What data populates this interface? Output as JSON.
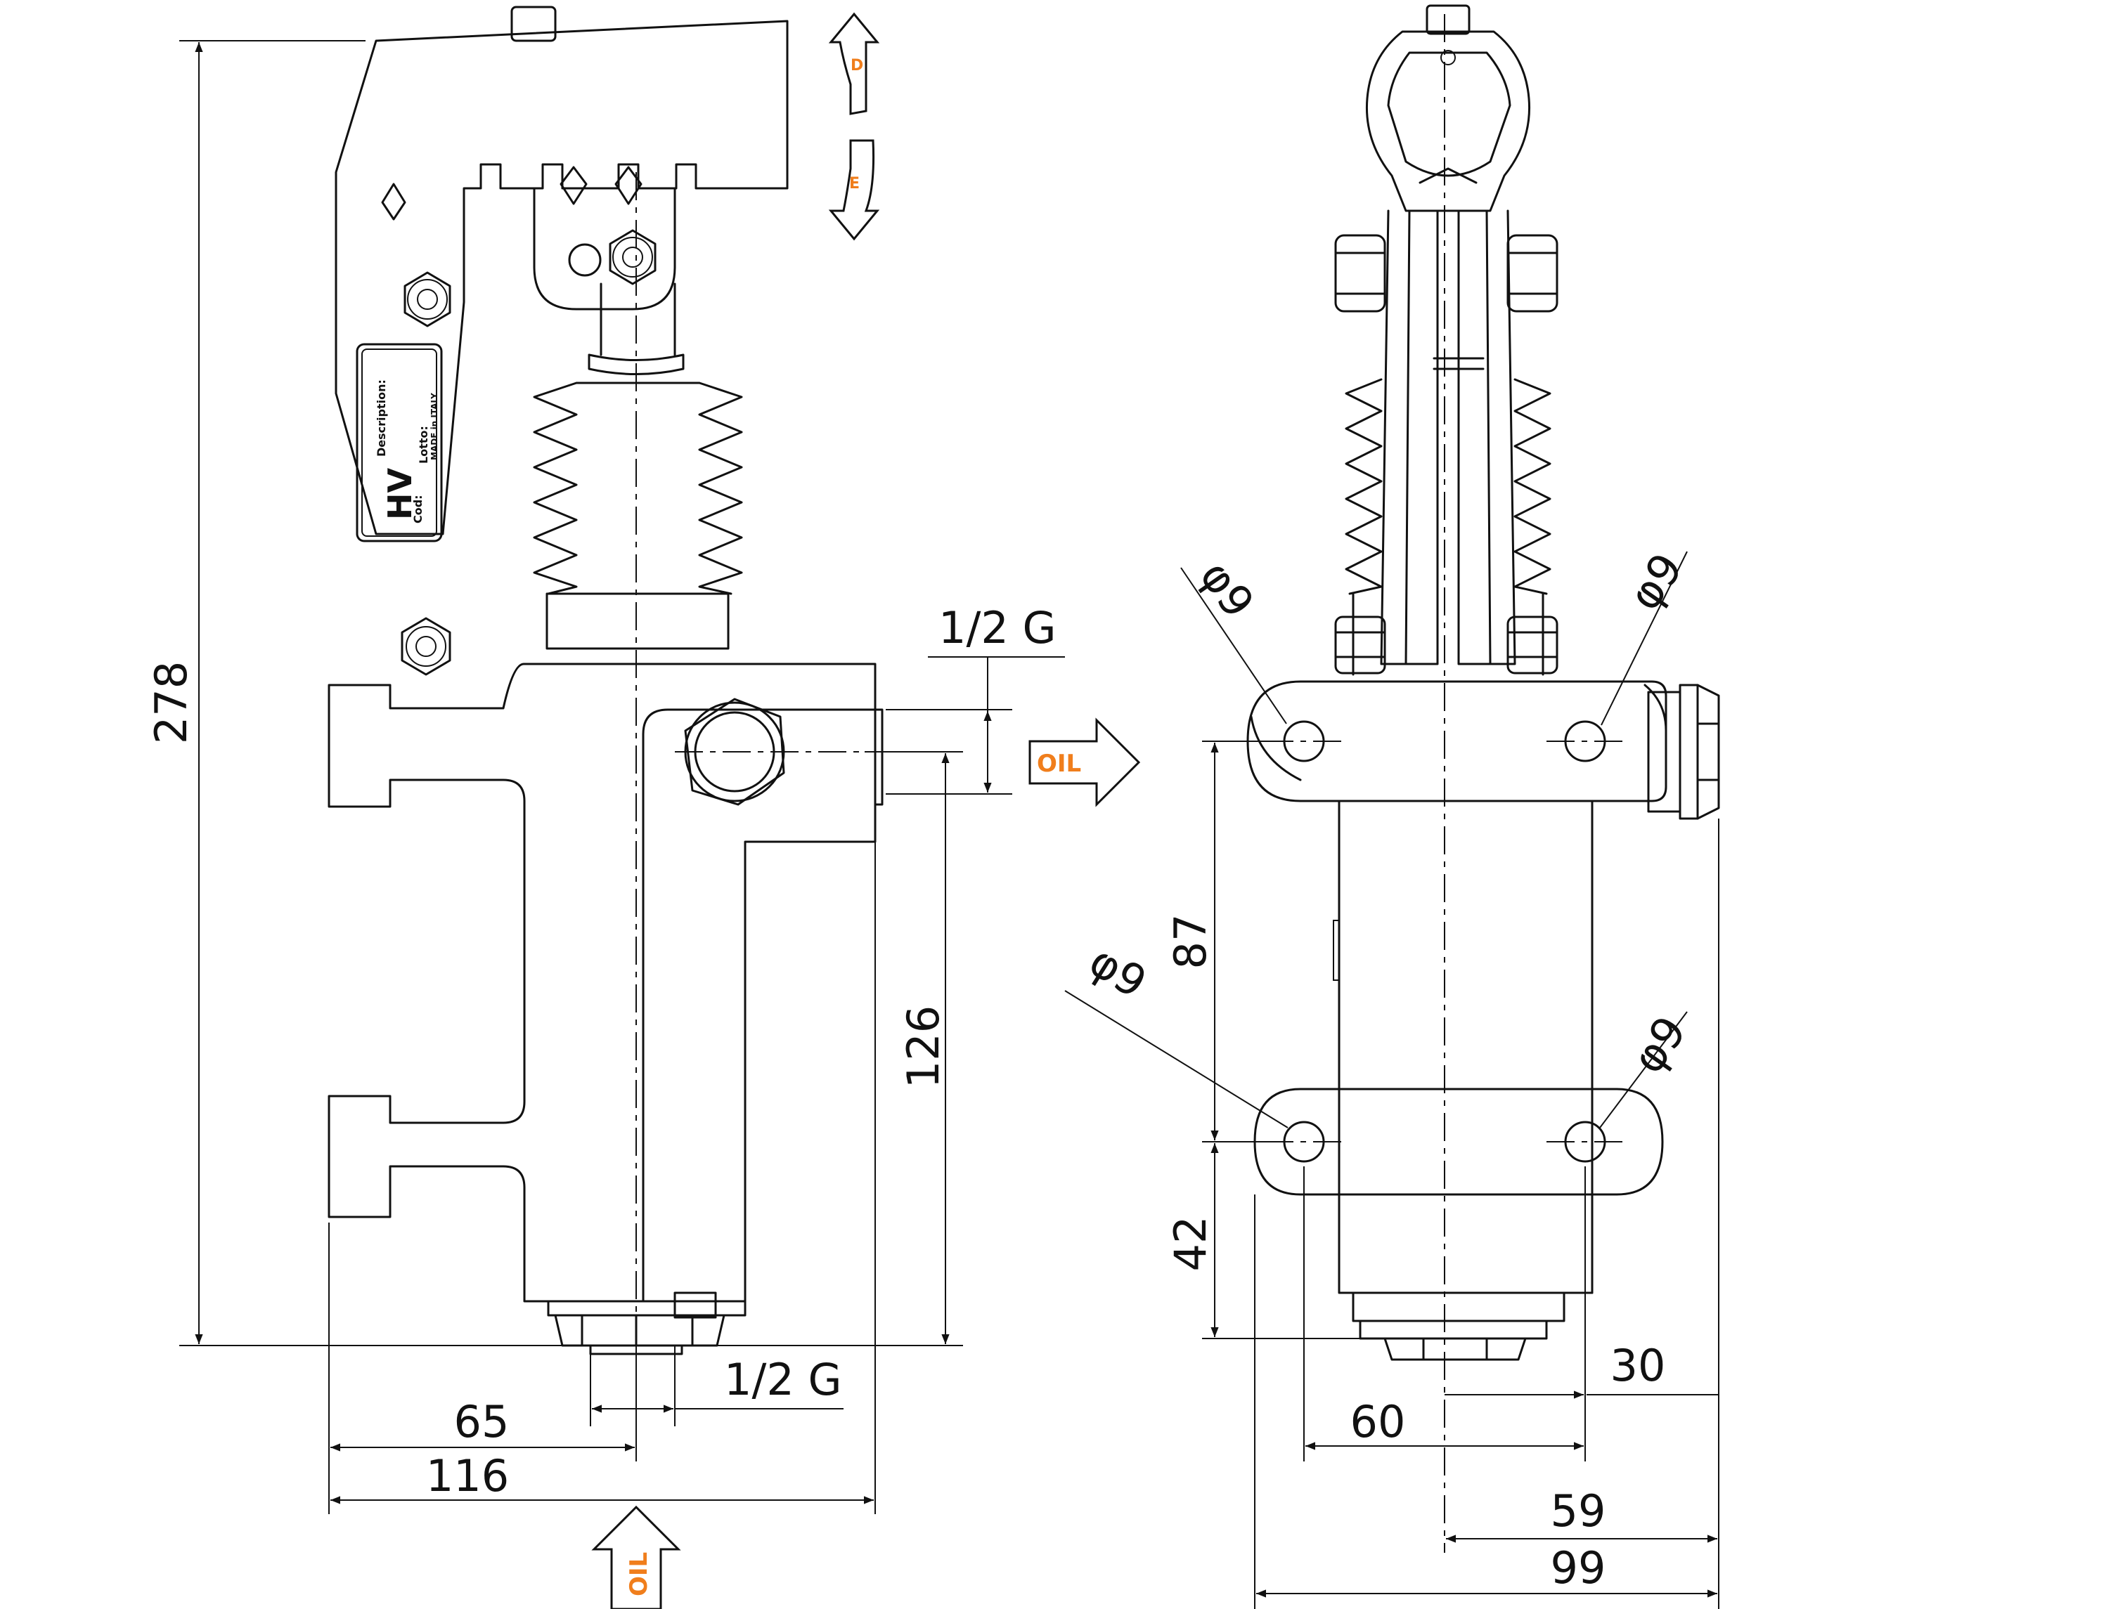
{
  "drawing": {
    "front_view": {
      "overall_height": "278",
      "port_side_thread": "1/2 G",
      "port_bottom_thread": "1/2 G",
      "dim_port_height": "126",
      "dim_center_offset": "65",
      "dim_overall_width": "116",
      "oil_outlet_label": "OIL",
      "oil_inlet_label": "OIL",
      "direction_up_letter": "D",
      "direction_down_letter": "E"
    },
    "nameplate": {
      "brand": "HV",
      "description_label": "Description:",
      "lotto_label": "Lotto:",
      "cod_label": "Cod:",
      "origin": "MADE in ITALY"
    },
    "side_view": {
      "hole_top_left": "φ9",
      "hole_top_right": "φ9",
      "hole_bottom_left": "φ9",
      "hole_bottom_right": "φ9",
      "dim_hole_spacing_vertical": "87",
      "dim_hole_to_base": "42",
      "dim_offset_30": "30",
      "dim_hole_spacing_horizontal": "60",
      "dim_center_to_side": "59",
      "dim_overall_width": "99"
    }
  }
}
